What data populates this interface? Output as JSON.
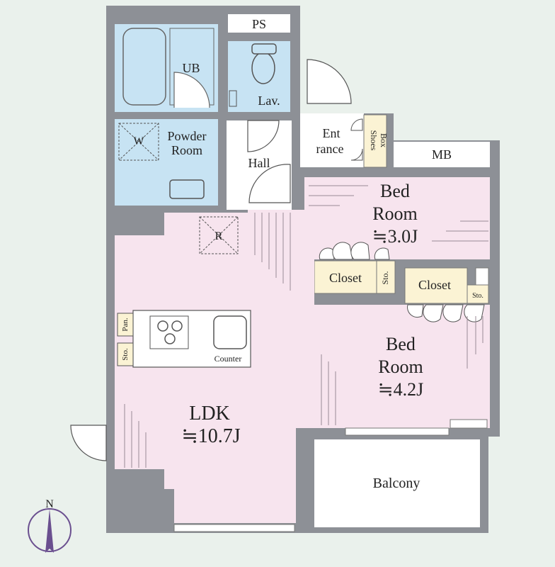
{
  "colors": {
    "background": "#eaf1ec",
    "wall": "#8d9096",
    "living": "#f7e4ee",
    "wet": "#c7e3f3",
    "storage": "#fbf3d4",
    "floor_white": "#ffffff",
    "compass": "#6a4f8f"
  },
  "rooms": {
    "ps": "PS",
    "ub": "UB",
    "lav": "Lav.",
    "powder_line1": "Powder",
    "powder_line2": "Room",
    "washer": "W",
    "hall": "Hall",
    "entrance_line1": "Ent",
    "entrance_line2": "rance",
    "shoes_line1": "Shoes",
    "shoes_line2": "Box",
    "mb": "MB",
    "bed1_line1": "Bed",
    "bed1_line2": "Room",
    "bed1_size": "≒3.0J",
    "bed2_line1": "Bed",
    "bed2_line2": "Room",
    "bed2_size": "≒4.2J",
    "closet1": "Closet",
    "closet1_sto": "Sto.",
    "closet2": "Closet",
    "closet2_sto": "Sto.",
    "refrigerator": "R",
    "pantry": "Pan.",
    "kitchen_sto": "Sto.",
    "counter": "Counter",
    "ldk_name": "LDK",
    "ldk_size": "≒10.7J",
    "balcony": "Balcony"
  },
  "compass": {
    "label": "N"
  }
}
